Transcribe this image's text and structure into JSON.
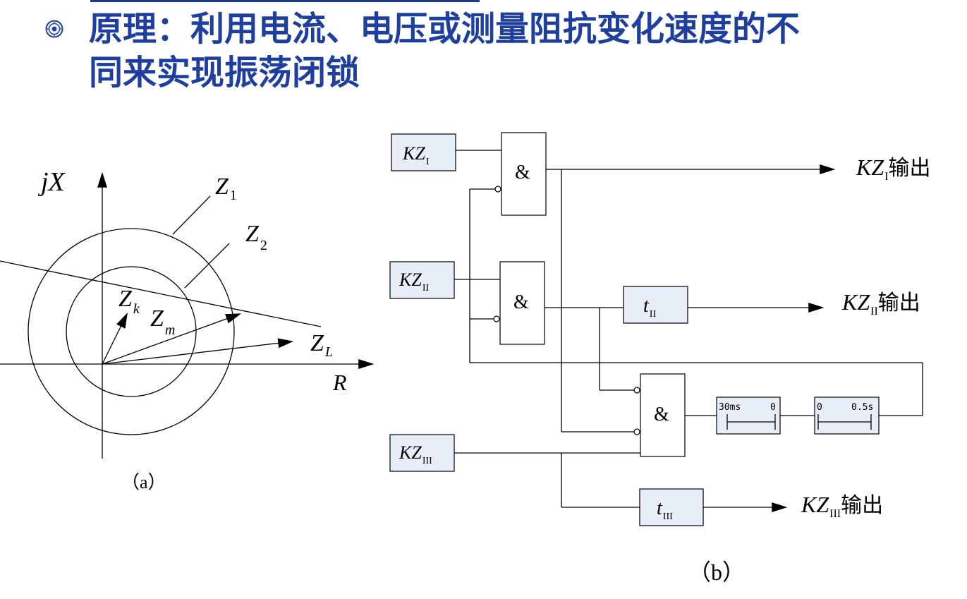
{
  "slide": {
    "title_line1": "原理：利用电流、电压或测量阻抗变化速度的不",
    "title_line2": "同来实现振荡闭锁",
    "title_color": "#1f3f9f",
    "bullet_icon": "seal-bullet-icon"
  },
  "fig_a": {
    "caption": "（a）",
    "axis_y": {
      "main": "jX"
    },
    "axis_x": {
      "main": "R"
    },
    "z1": {
      "main": "Z",
      "sub": "1"
    },
    "z2": {
      "main": "Z",
      "sub": "2"
    },
    "zk": {
      "main": "Z",
      "sub": "k"
    },
    "zm": {
      "main": "Z",
      "sub": "m"
    },
    "zl": {
      "main": "Z",
      "sub": "L"
    }
  },
  "fig_b": {
    "caption": "（b）",
    "box_fill": "#e8eef8",
    "kz1": {
      "main": "KZ",
      "sub": "I"
    },
    "kz2": {
      "main": "KZ",
      "sub": "II"
    },
    "kz3": {
      "main": "KZ",
      "sub": "III"
    },
    "and_symbol": "&",
    "t2": {
      "main": "t",
      "sub": "II"
    },
    "t3": {
      "main": "t",
      "sub": "III"
    },
    "timer1": {
      "left": "30ms",
      "right": "0"
    },
    "timer2": {
      "left": "0",
      "right": "0.5s"
    },
    "out1": {
      "main": "KZ",
      "sub": "I",
      "suffix": "输出"
    },
    "out2": {
      "main": "KZ",
      "sub": "II",
      "suffix": "输出"
    },
    "out3": {
      "main": "KZ",
      "sub": "III",
      "suffix": "输出"
    }
  }
}
